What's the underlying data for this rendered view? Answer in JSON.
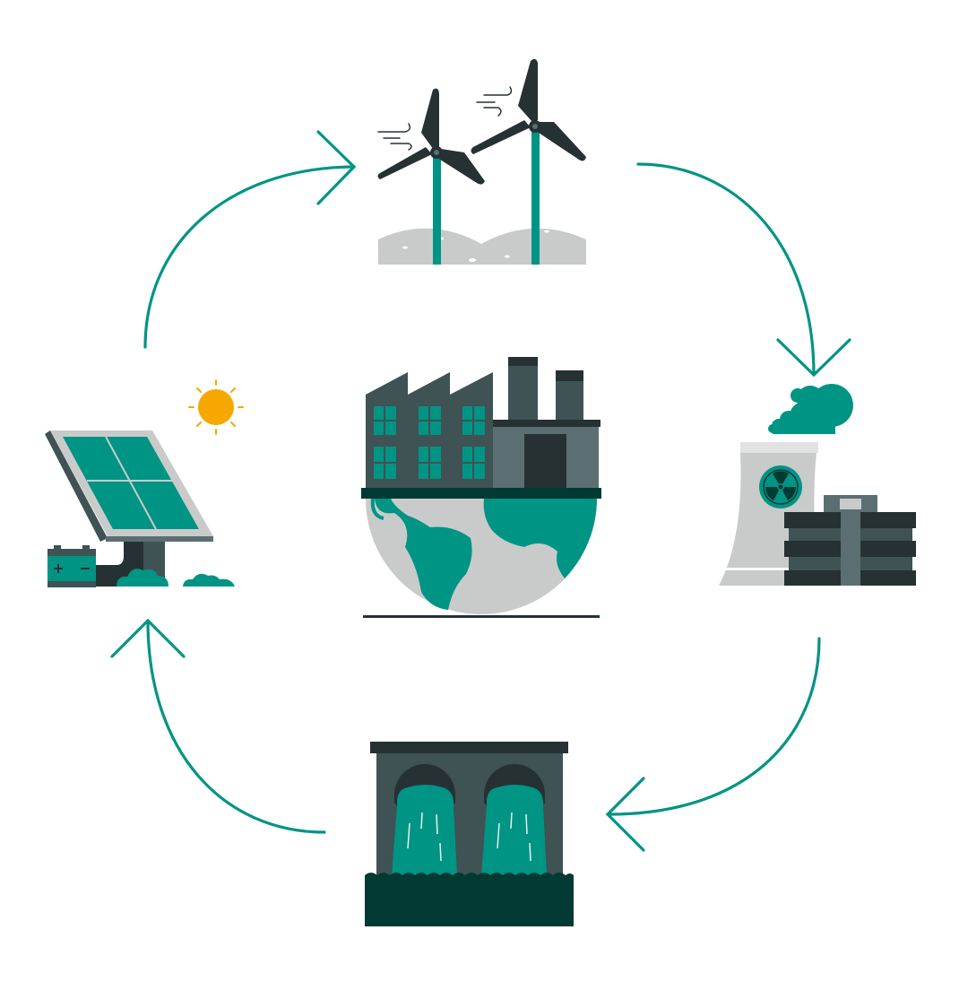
{
  "diagram": {
    "type": "renewable-energy-cycle-illustration",
    "nodes": [
      {
        "id": "wind",
        "icon": "wind-turbines-icon"
      },
      {
        "id": "nuclear",
        "icon": "nuclear-plant-icon"
      },
      {
        "id": "hydro",
        "icon": "hydro-dam-icon"
      },
      {
        "id": "solar",
        "icon": "solar-panel-icon"
      },
      {
        "id": "center",
        "icon": "factory-globe-icon"
      }
    ],
    "flow_direction": "clockwise"
  },
  "colors": {
    "teal": "#009485",
    "dark_slate": "#3f5254",
    "charcoal": "#263133",
    "mid_slate": "#5b6f72",
    "light_gray": "#c9cbcb",
    "deep_green": "#003a32",
    "sun": "#f7a800",
    "background": "#ffffff"
  }
}
